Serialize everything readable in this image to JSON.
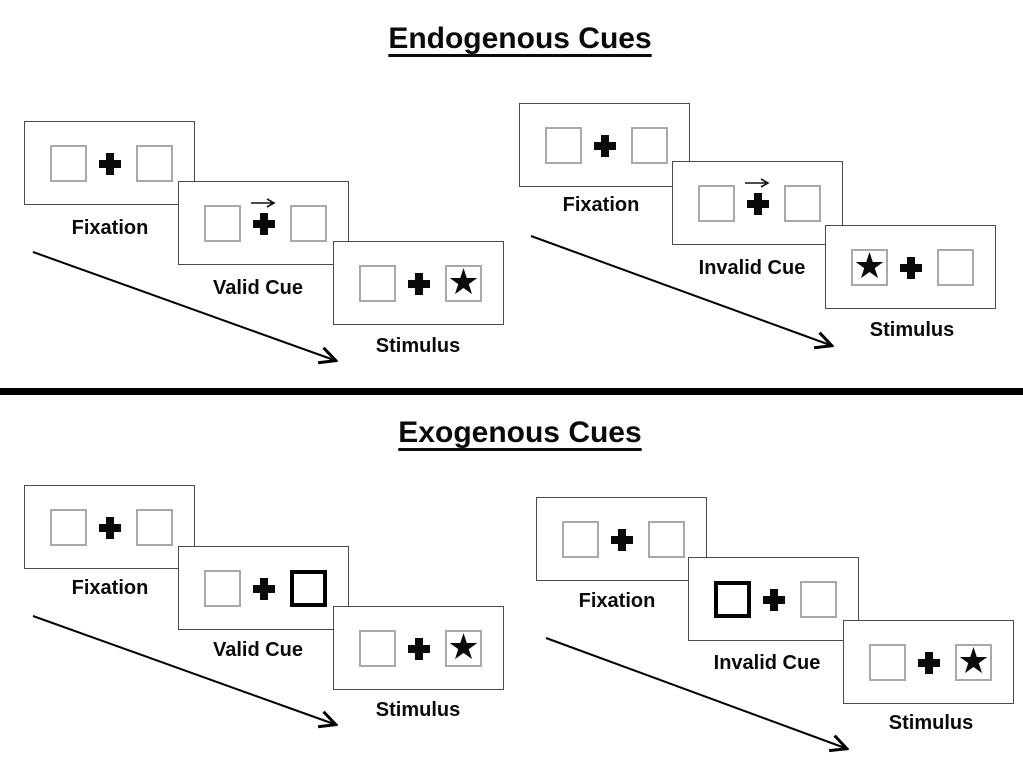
{
  "diagram": {
    "sections": [
      {
        "title": "Endogenous Cues",
        "groups": [
          {
            "condition": "valid",
            "cue_type": "central-arrow-right",
            "star_side": "right",
            "labels": {
              "fixation": "Fixation",
              "cue": "Valid Cue",
              "stimulus": "Stimulus"
            }
          },
          {
            "condition": "invalid",
            "cue_type": "central-arrow-right",
            "star_side": "left",
            "labels": {
              "fixation": "Fixation",
              "cue": "Invalid Cue",
              "stimulus": "Stimulus"
            }
          }
        ]
      },
      {
        "title": "Exogenous Cues",
        "groups": [
          {
            "condition": "valid",
            "cue_type": "peripheral-thick-box-right",
            "star_side": "right",
            "labels": {
              "fixation": "Fixation",
              "cue": "Valid Cue",
              "stimulus": "Stimulus"
            }
          },
          {
            "condition": "invalid",
            "cue_type": "peripheral-thick-box-left",
            "star_side": "right",
            "labels": {
              "fixation": "Fixation",
              "cue": "Invalid Cue",
              "stimulus": "Stimulus"
            }
          }
        ]
      }
    ],
    "glyphs": {
      "star": "★"
    },
    "colors": {
      "ink": "#000000",
      "panel_border": "#4a4a4a",
      "placeholder_box_border": "#a9a9a9",
      "cue_box_border": "#000000",
      "divider": "#000000"
    }
  }
}
